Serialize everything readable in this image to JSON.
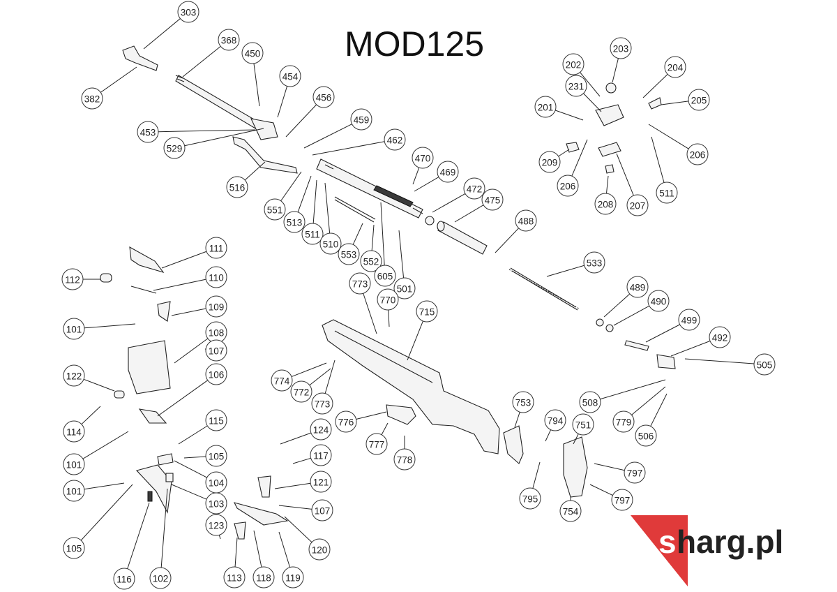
{
  "diagram": {
    "title": "MOD125",
    "brand": {
      "accent_letter": "s",
      "rest": "harg.pl",
      "accent_color": "#e03a3a"
    },
    "callouts": [
      "303",
      "368",
      "450",
      "454",
      "456",
      "459",
      "462",
      "470",
      "469",
      "472",
      "475",
      "488",
      "382",
      "453",
      "529",
      "516",
      "551",
      "513",
      "511",
      "510",
      "553",
      "552",
      "605",
      "501",
      "533",
      "202",
      "203",
      "204",
      "231",
      "201",
      "205",
      "206",
      "209",
      "206",
      "208",
      "207",
      "511",
      "111",
      "112",
      "110",
      "109",
      "101",
      "108",
      "107",
      "122",
      "106",
      "114",
      "101",
      "115",
      "101",
      "105",
      "104",
      "103",
      "105",
      "116",
      "102",
      "124",
      "117",
      "121",
      "107",
      "123",
      "113",
      "118",
      "119",
      "120",
      "773",
      "770",
      "715",
      "774",
      "772",
      "773",
      "776",
      "777",
      "778",
      "753",
      "794",
      "751",
      "795",
      "754",
      "797",
      "797",
      "489",
      "490",
      "499",
      "492",
      "505",
      "508",
      "779",
      "506"
    ]
  }
}
